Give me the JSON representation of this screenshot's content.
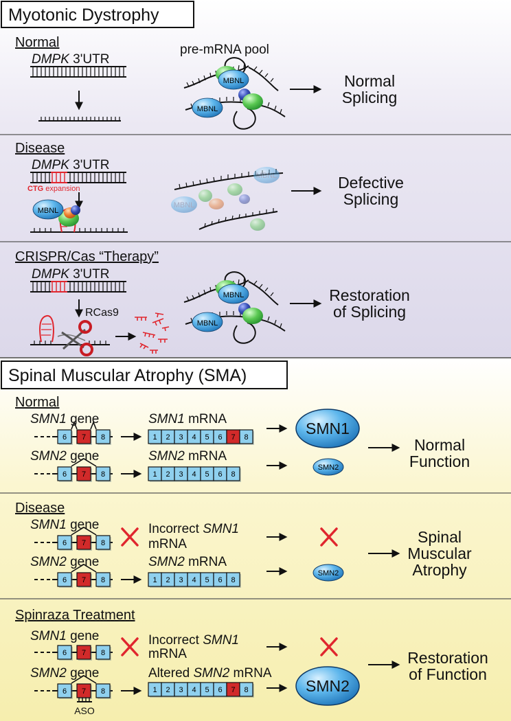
{
  "dm": {
    "title": "Myotonic Dystrophy",
    "normal": {
      "heading": "Normal",
      "gene_italic": "DMPK",
      "gene_suffix": " 3'UTR",
      "pool_label": "pre-mRNA pool",
      "protein": "MBNL",
      "outcome_line1": "Normal",
      "outcome_line2": "Splicing"
    },
    "disease": {
      "heading": "Disease",
      "gene_italic": "DMPK",
      "gene_suffix": " 3'UTR",
      "expansion_label": "CTG",
      "expansion_label2": " expansion",
      "protein": "MBNL",
      "outcome_line1": "Defective",
      "outcome_line2": "Splicing"
    },
    "therapy": {
      "heading": "CRISPR/Cas “Therapy”",
      "gene_italic": "DMPK",
      "gene_suffix": " 3'UTR",
      "enzyme": "RCas9",
      "protein": "MBNL",
      "outcome_line1": "Restoration",
      "outcome_line2": "of Splicing"
    }
  },
  "sma": {
    "title": "Spinal Muscular Atrophy (SMA)",
    "normal": {
      "heading": "Normal",
      "smn1_gene_italic": "SMN1",
      "gene_word": " gene",
      "smn2_gene_italic": "SMN2",
      "smn1_mrna_italic": "SMN1",
      "mrna_word": " mRNA",
      "smn2_mrna_italic": "SMN2",
      "protein1": "SMN1",
      "protein2": "SMN2",
      "outcome_line1": "Normal",
      "outcome_line2": "Function"
    },
    "disease": {
      "heading": "Disease",
      "smn1_gene_italic": "SMN1",
      "smn2_gene_italic": "SMN2",
      "gene_word": " gene",
      "incorrect_prefix": "Incorrect ",
      "incorrect_italic": "SMN1",
      "incorrect_line2": "mRNA",
      "smn2_mrna_italic": "SMN2",
      "mrna_word": " mRNA",
      "protein2": "SMN2",
      "outcome_line1": "Spinal",
      "outcome_line2": "Muscular",
      "outcome_line3": "Atrophy"
    },
    "spinraza": {
      "heading": "Spinraza Treatment",
      "smn1_gene_italic": "SMN1",
      "smn2_gene_italic": "SMN2",
      "gene_word": " gene",
      "incorrect_prefix": "Incorrect ",
      "incorrect_italic": "SMN1",
      "incorrect_line2": "mRNA",
      "altered_prefix": "Altered ",
      "altered_italic": "SMN2",
      "mrna_word": " mRNA",
      "aso": "ASO",
      "protein": "SMN2",
      "outcome_line1": "Restoration",
      "outcome_line2": "of Function"
    }
  },
  "exons": {
    "gene": [
      "6",
      "7",
      "8"
    ],
    "mrna_full": [
      "1",
      "2",
      "3",
      "4",
      "5",
      "6",
      "7",
      "8"
    ],
    "mrna_skipped": [
      "1",
      "2",
      "3",
      "4",
      "5",
      "6",
      "8"
    ]
  },
  "colors": {
    "purple_panel": "#e4e1ef",
    "yellow_panel": "#faf4c4",
    "exon": "#8fd0ee",
    "exon7": "#d12a2a",
    "red": "#e0262e",
    "blue_protein": "#3ea0e2",
    "green_protein": "#5cc45a",
    "orange_protein": "#e8702a",
    "navy_protein": "#2a3e9a"
  }
}
